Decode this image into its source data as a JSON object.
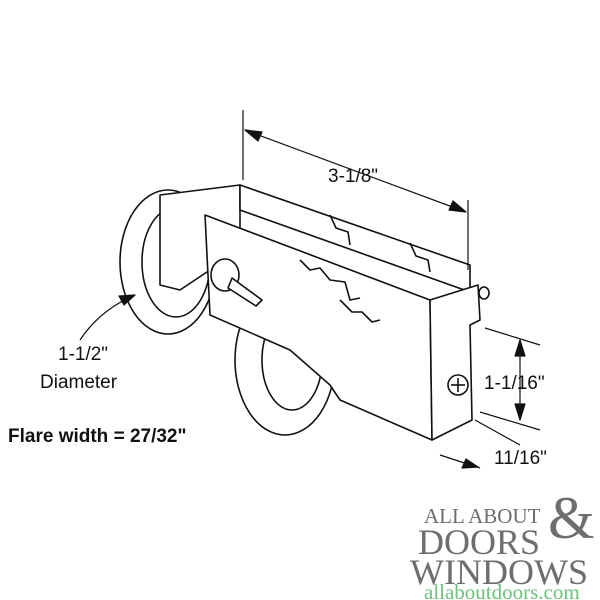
{
  "dimensions": {
    "length": "3-1/8\"",
    "wheel_size": "1-1/2\"",
    "wheel_size_caption": "Diameter",
    "flare": "Flare width = 27/32\"",
    "height": "1-1/16\"",
    "width": "11/16\""
  },
  "logo": {
    "line1": "ALL ABOUT",
    "line2": "DOORS",
    "ampersand": "&",
    "line3": "WINDOWS",
    "url": "allaboutdoors.com",
    "gray": "#6d6e70",
    "green": "#6cc27a"
  }
}
